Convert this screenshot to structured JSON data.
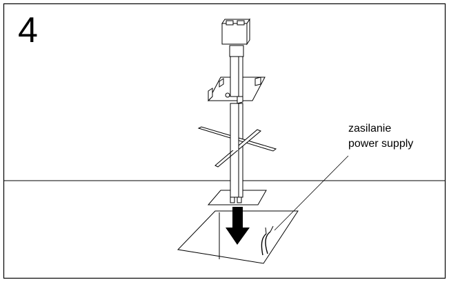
{
  "diagram": {
    "step_number": "4",
    "labels": {
      "line1": "zasilanie",
      "line2": "power supply"
    }
  }
}
